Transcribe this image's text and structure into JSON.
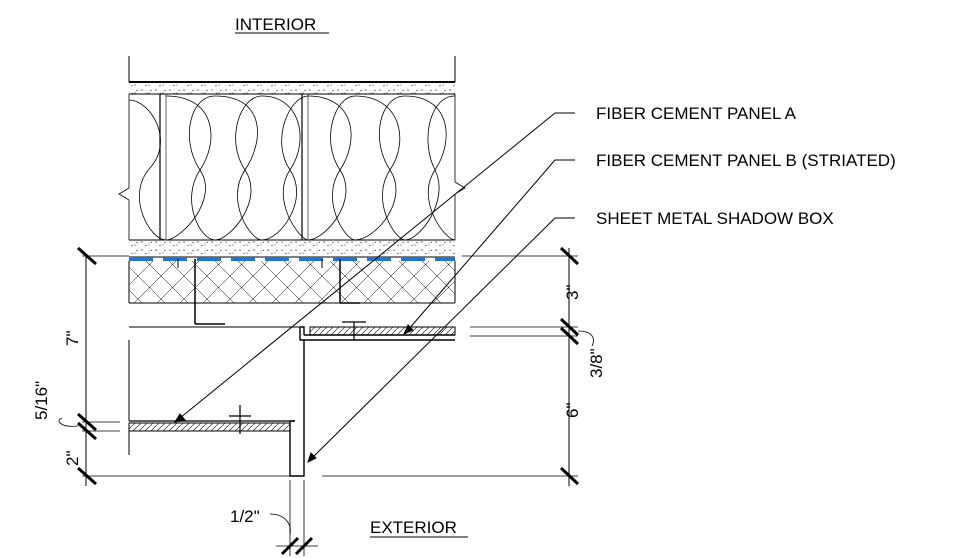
{
  "labels": {
    "interior": "INTERIOR",
    "exterior": "EXTERIOR"
  },
  "callouts": [
    {
      "text": "FIBER CEMENT PANEL A"
    },
    {
      "text": "FIBER CEMENT PANEL B (STRIATED)"
    },
    {
      "text": "SHEET METAL SHADOW BOX"
    }
  ],
  "dimensions": {
    "left_7": "7\"",
    "left_5_16": "5/16\"",
    "left_2": "2\"",
    "right_3": "3\"",
    "right_3_8": "3/8\"",
    "right_6": "6\"",
    "bottom_1_2": "1/2\""
  },
  "colors": {
    "line": "#000000",
    "membrane": "#1e78d2"
  }
}
